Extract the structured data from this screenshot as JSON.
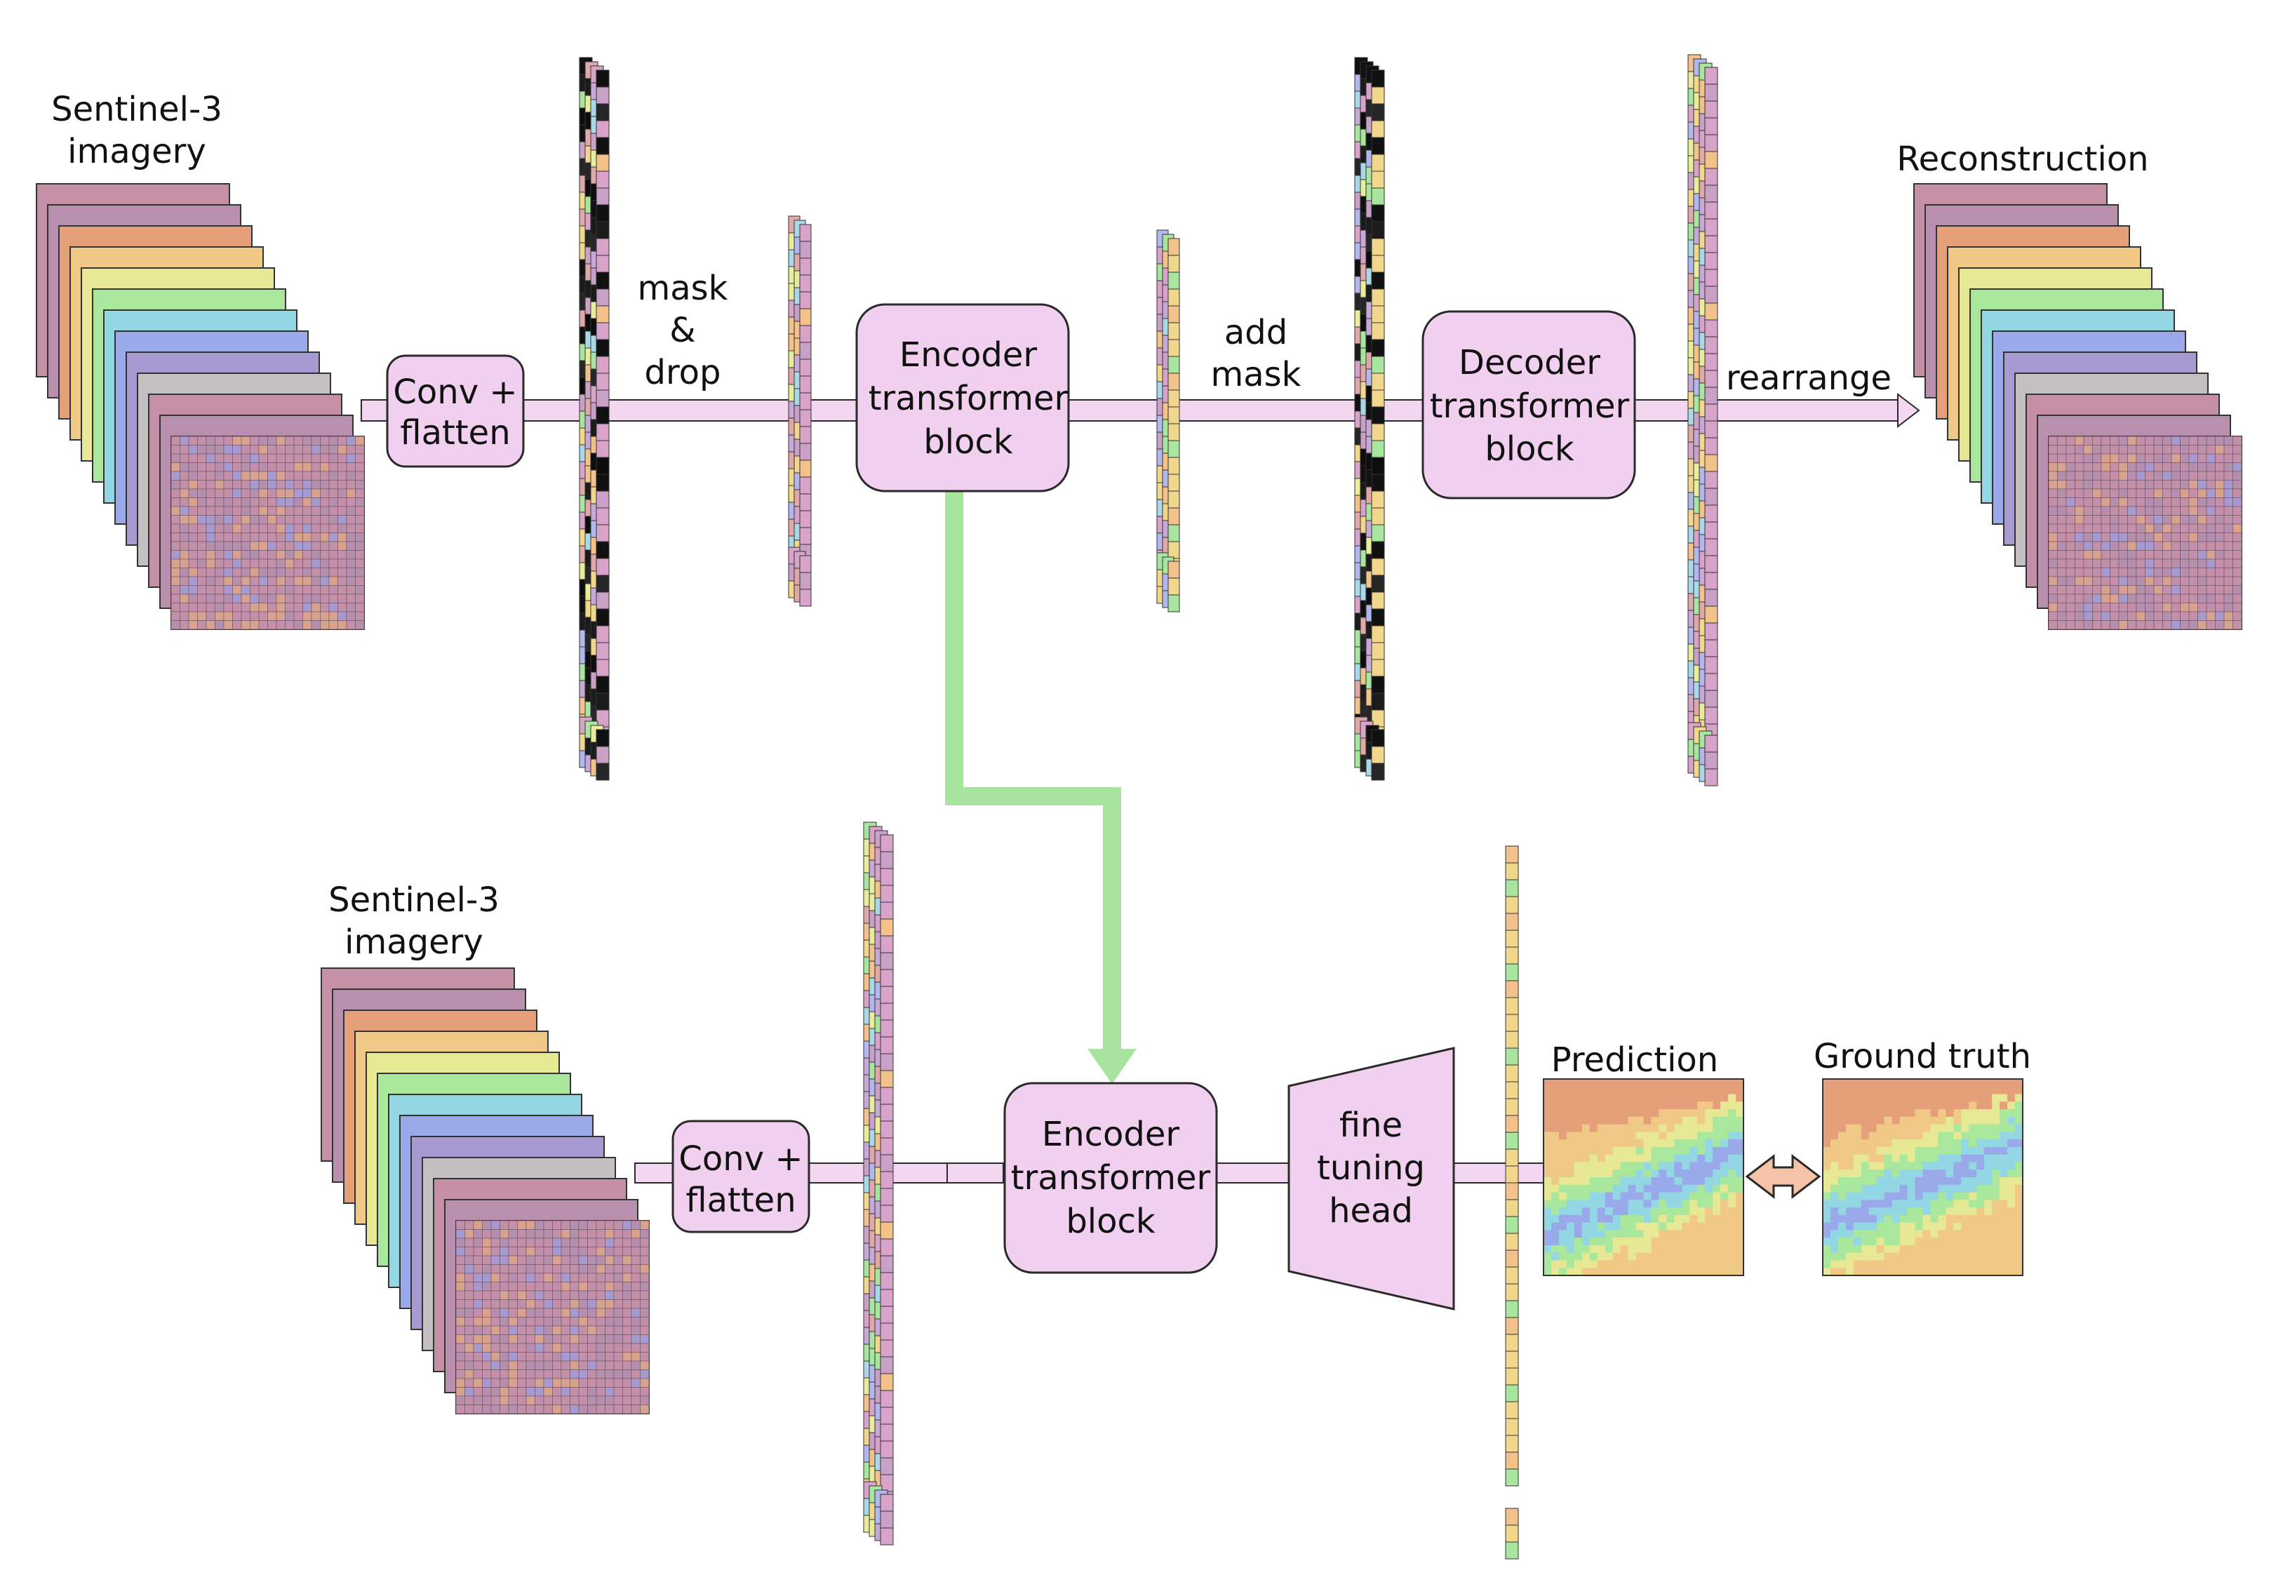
{
  "colors": {
    "box_fill": "#f0d0ee",
    "arrow_fill": "#f3d6ef",
    "outline": "#2a2a2a",
    "transfer_arrow": "#a9e3a0",
    "compare_arrow": "#f4c3a8",
    "token_palette": [
      "#d8a3c9",
      "#c9a0c6",
      "#e0a8a8",
      "#f2c28a",
      "#f0d78c",
      "#e9ec9a",
      "#a8e6a0",
      "#a9d8e8",
      "#b2b8ee",
      "#c7a9d8"
    ],
    "image_palette": [
      "#c58fa6",
      "#b98fae",
      "#e5a07a",
      "#f1c987",
      "#e7e894",
      "#a9e89c",
      "#93d7e4",
      "#99a9ea",
      "#a79ad1",
      "#c4bfc1"
    ]
  },
  "top": {
    "input_label": [
      "Sentinel-3",
      "imagery"
    ],
    "conv_label": [
      "Conv +",
      "flatten"
    ],
    "mask_label": [
      "mask",
      "&",
      "drop"
    ],
    "encoder_label": [
      "Encoder",
      "transformer",
      "block"
    ],
    "add_mask_label": [
      "add",
      "mask"
    ],
    "decoder_label": [
      "Decoder",
      "transformer",
      "block"
    ],
    "rearrange_label": "rearrange",
    "output_label": "Reconstruction"
  },
  "bottom": {
    "input_label": [
      "Sentinel-3",
      "imagery"
    ],
    "conv_label": [
      "Conv +",
      "flatten"
    ],
    "encoder_label": [
      "Encoder",
      "transformer",
      "block"
    ],
    "head_label": [
      "fine",
      "tuning",
      "head"
    ],
    "prediction_label": "Prediction",
    "truth_label": "Ground truth"
  }
}
